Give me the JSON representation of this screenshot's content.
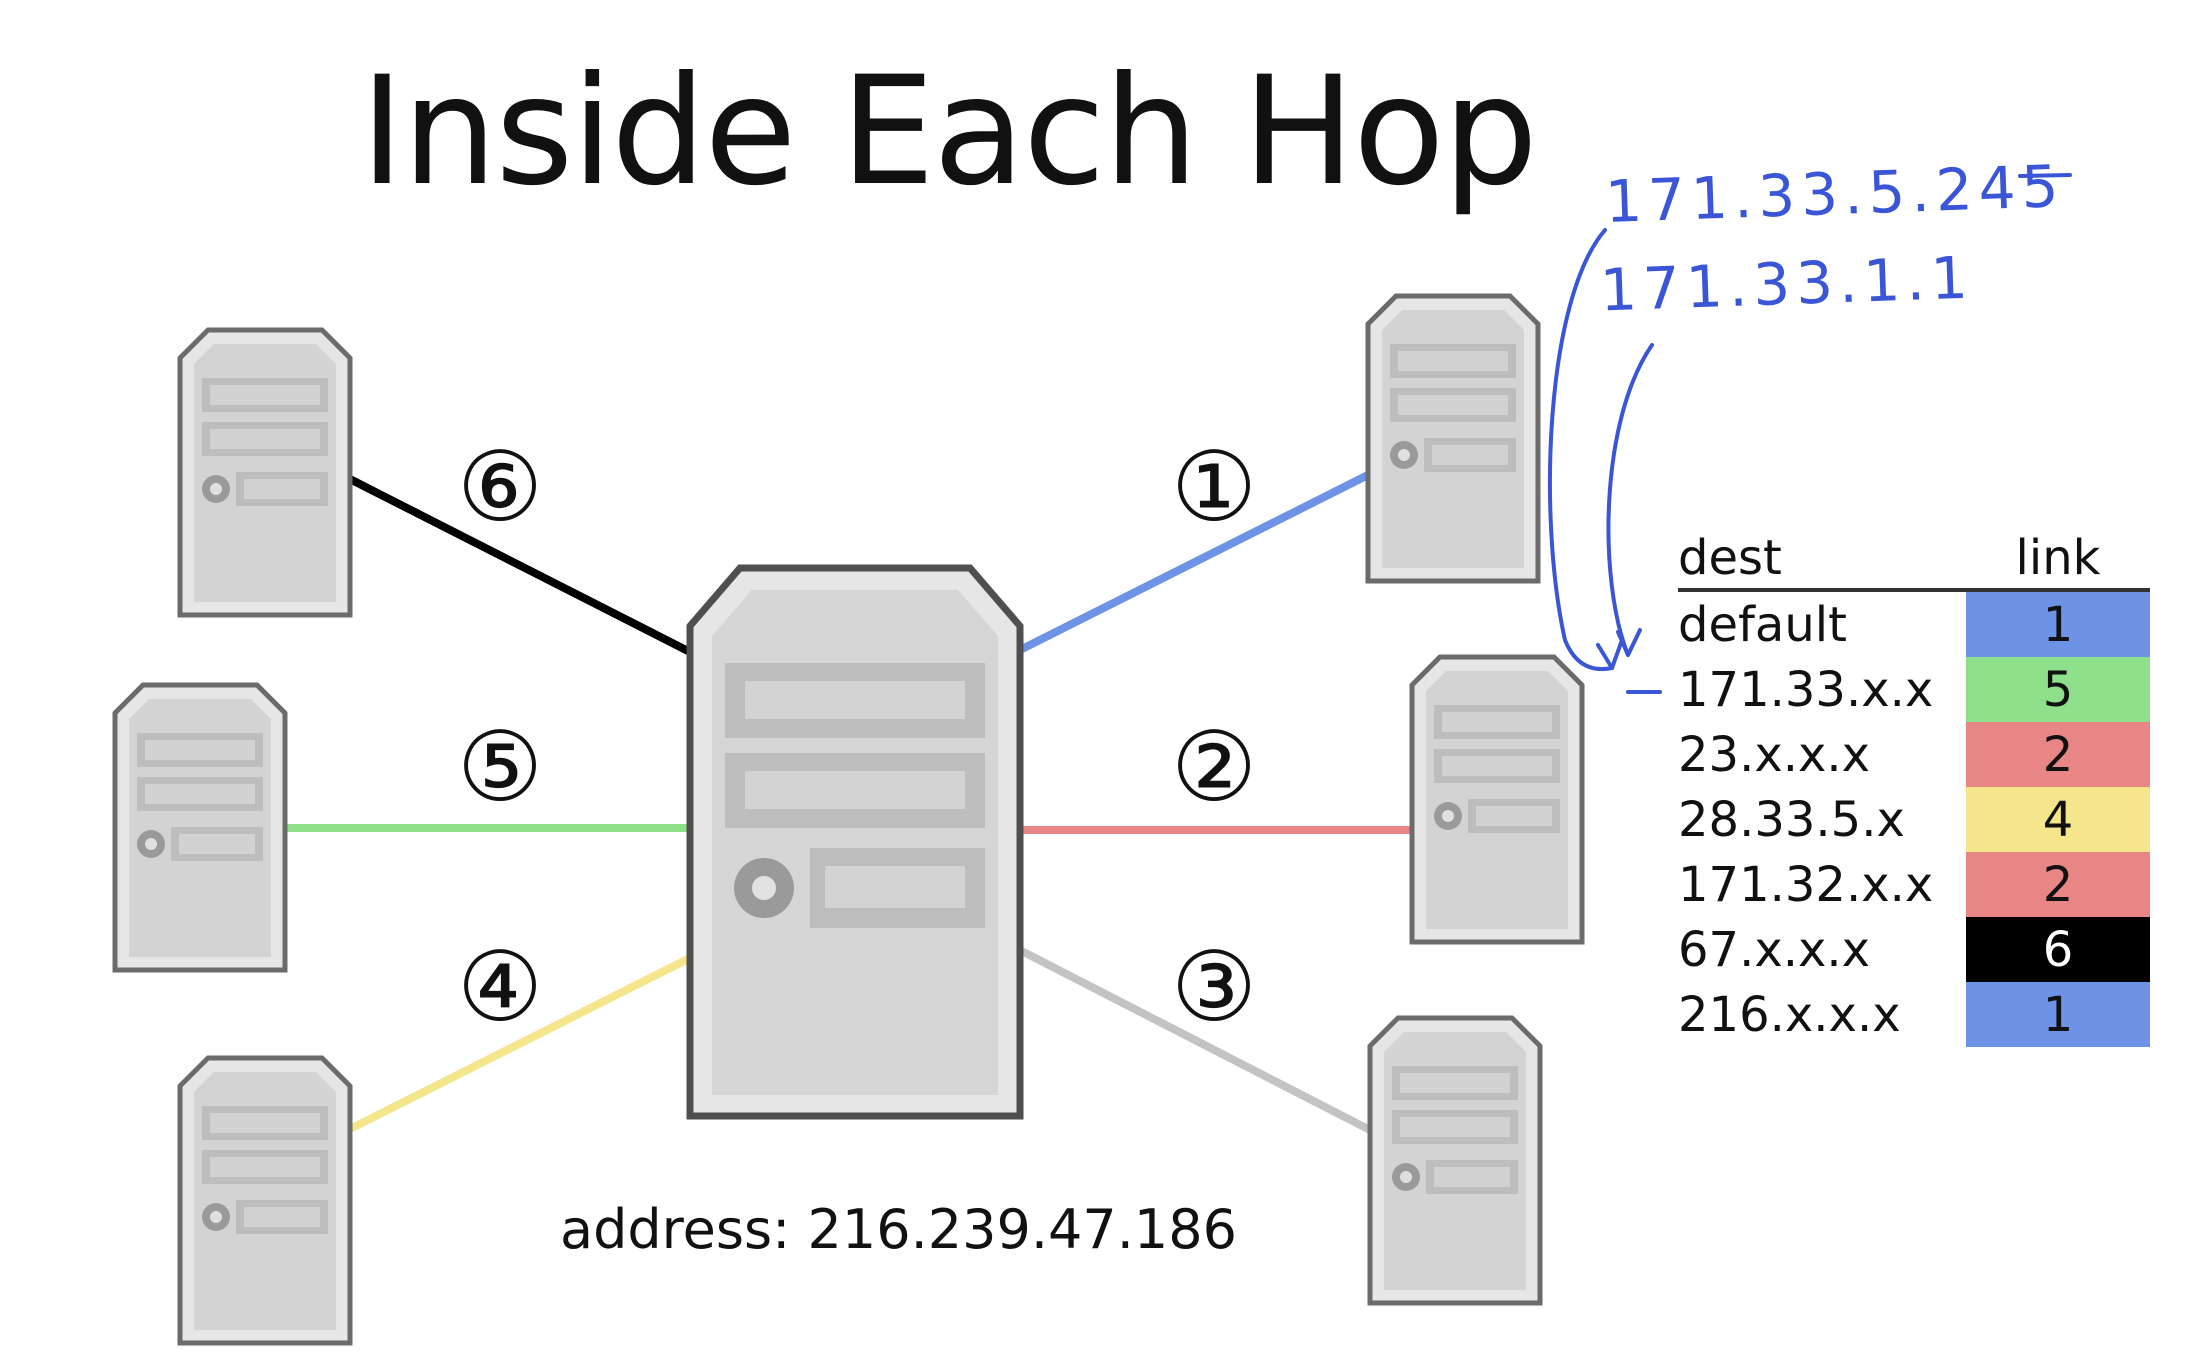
{
  "title": "Inside Each Hop",
  "router": {
    "address_text": "address: 216.239.47.186"
  },
  "links": [
    {
      "label": "①",
      "color": "#6e93e6"
    },
    {
      "label": "②",
      "color": "#e88585"
    },
    {
      "label": "③",
      "color": "#c3c3c3"
    },
    {
      "label": "④",
      "color": "#f5e68c"
    },
    {
      "label": "⑤",
      "color": "#8fe08a"
    },
    {
      "label": "⑥",
      "color": "#000000"
    }
  ],
  "annotations": {
    "line1": "171.33.5.245",
    "line2": "171.33.1.1",
    "ink_color": "#3a55d6"
  },
  "table": {
    "headers": {
      "dest": "dest",
      "link": "link"
    },
    "rows": [
      {
        "dest": "default",
        "link": "1",
        "bg": "#6e93e6",
        "fg": "#111111"
      },
      {
        "dest": "171.33.x.x",
        "link": "5",
        "bg": "#8fe08a",
        "fg": "#111111"
      },
      {
        "dest": "23.x.x.x",
        "link": "2",
        "bg": "#e88585",
        "fg": "#111111"
      },
      {
        "dest": "28.33.5.x",
        "link": "4",
        "bg": "#f5e68c",
        "fg": "#111111"
      },
      {
        "dest": "171.32.x.x",
        "link": "2",
        "bg": "#e88585",
        "fg": "#111111"
      },
      {
        "dest": "67.x.x.x",
        "link": "6",
        "bg": "#000000",
        "fg": "#ffffff"
      },
      {
        "dest": "216.x.x.x",
        "link": "1",
        "bg": "#6e93e6",
        "fg": "#111111"
      }
    ]
  }
}
